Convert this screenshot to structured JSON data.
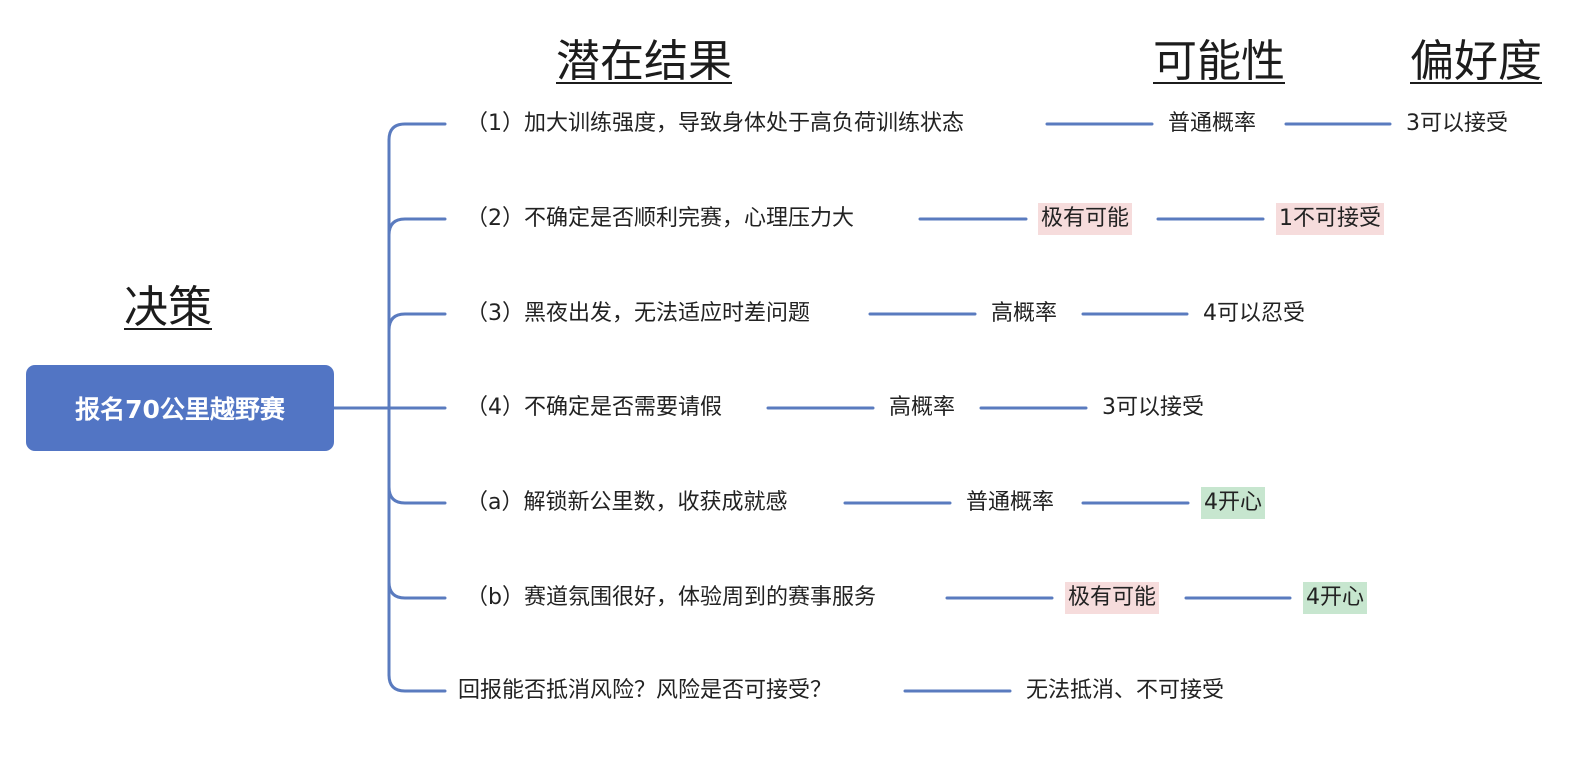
{
  "headers": {
    "decision": "决策",
    "outcomes": "潜在结果",
    "probability": "可能性",
    "preference": "偏好度"
  },
  "root": {
    "label": "报名70公里越野赛"
  },
  "rows": [
    {
      "outcome": "（1）加大训练强度，导致身体处于高负荷训练状态",
      "probability": "普通概率",
      "preference": "3可以接受"
    },
    {
      "outcome": "（2）不确定是否顺利完赛，心理压力大",
      "probability": "极有可能",
      "preference": "1不可接受",
      "probability_highlight": "#f6dcdc",
      "preference_highlight": "#f6dcdc"
    },
    {
      "outcome": "（3）黑夜出发，无法适应时差问题",
      "probability": "高概率",
      "preference": "4可以忍受"
    },
    {
      "outcome": "（4）不确定是否需要请假",
      "probability": "高概率",
      "preference": "3可以接受"
    },
    {
      "outcome": "（a）解锁新公里数，收获成就感",
      "probability": "普通概率",
      "preference": "4开心",
      "preference_highlight": "#c7e6cf"
    },
    {
      "outcome": "（b）赛道氛围很好，体验周到的赛事服务",
      "probability": "极有可能",
      "preference": "4开心",
      "probability_highlight": "#f6dcdc",
      "preference_highlight": "#c7e6cf"
    }
  ],
  "summary": {
    "question": "回报能否抵消风险？风险是否可接受？",
    "answer": "无法抵消、不可接受"
  },
  "colors": {
    "connector": "#5a7bbf",
    "root_fill": "#5275c4",
    "highlight_red": "#f6dcdc",
    "highlight_green": "#c7e6cf"
  }
}
